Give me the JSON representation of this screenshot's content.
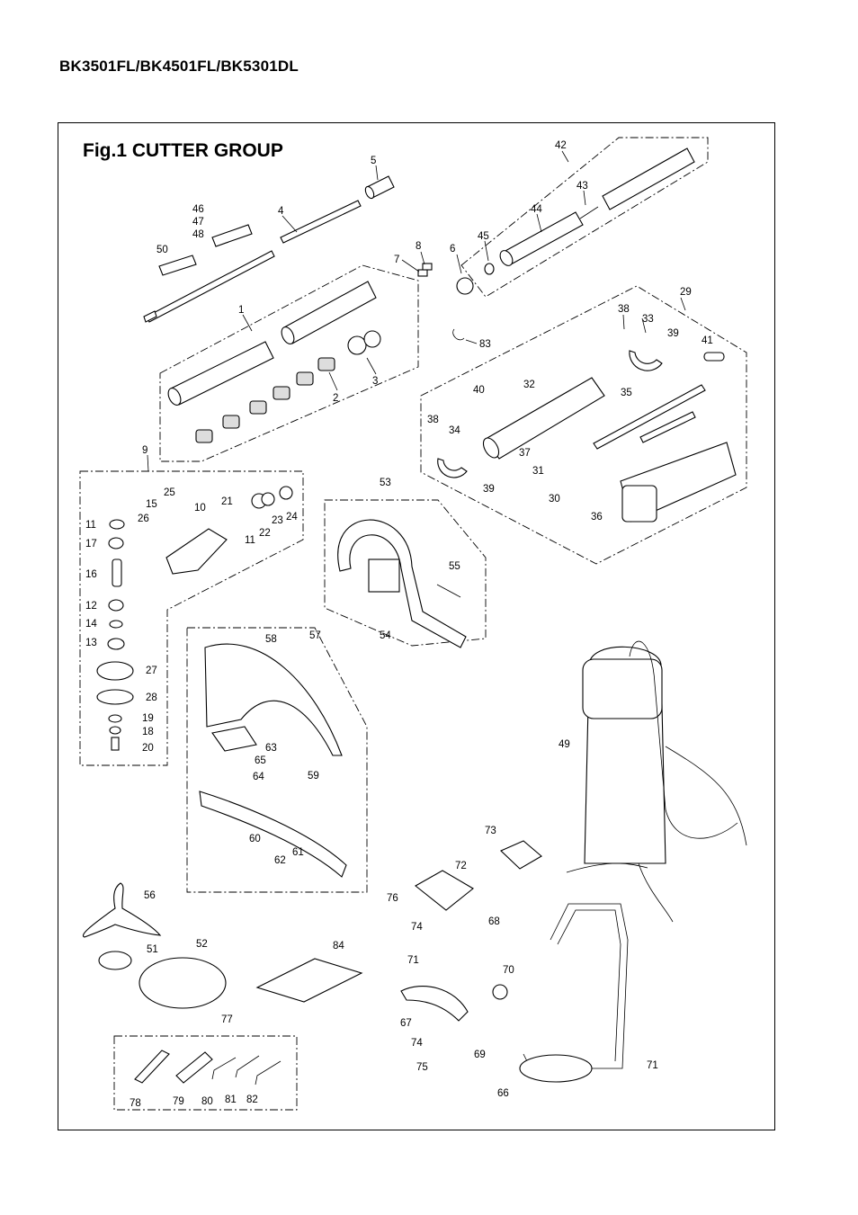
{
  "header": {
    "model_line": "BK3501FL/BK4501FL/BK5301DL"
  },
  "figure": {
    "title": "Fig.1  CUTTER GROUP"
  },
  "labels": {
    "p1": "1",
    "p2": "2",
    "p3": "3",
    "p4": "4",
    "p5": "5",
    "p6": "6",
    "p7": "7",
    "p8": "8",
    "p9": "9",
    "p10": "10",
    "p11a": "11",
    "p11b": "11",
    "p12": "12",
    "p13": "13",
    "p14": "14",
    "p15": "15",
    "p16": "16",
    "p17": "17",
    "p18": "18",
    "p19": "19",
    "p20": "20",
    "p21": "21",
    "p22": "22",
    "p23": "23",
    "p24": "24",
    "p25": "25",
    "p26": "26",
    "p27": "27",
    "p28": "28",
    "p29": "29",
    "p30": "30",
    "p31": "31",
    "p32": "32",
    "p33": "33",
    "p34": "34",
    "p35": "35",
    "p36": "36",
    "p37": "37",
    "p38a": "38",
    "p38b": "38",
    "p39a": "39",
    "p39b": "39",
    "p40": "40",
    "p41": "41",
    "p42": "42",
    "p43": "43",
    "p44": "44",
    "p45": "45",
    "p46": "46",
    "p47": "47",
    "p48": "48",
    "p49": "49",
    "p50": "50",
    "p51": "51",
    "p52": "52",
    "p53": "53",
    "p54": "54",
    "p55": "55",
    "p56": "56",
    "p57": "57",
    "p58": "58",
    "p59": "59",
    "p60": "60",
    "p61": "61",
    "p62": "62",
    "p63": "63",
    "p64": "64",
    "p65": "65",
    "p66": "66",
    "p67": "67",
    "p68": "68",
    "p69": "69",
    "p70": "70",
    "p71a": "71",
    "p71b": "71",
    "p72": "72",
    "p73": "73",
    "p74a": "74",
    "p74b": "74",
    "p75": "75",
    "p76": "76",
    "p77": "77",
    "p78": "78",
    "p79": "79",
    "p80": "80",
    "p81": "81",
    "p82": "82",
    "p83": "83",
    "p84": "84"
  }
}
